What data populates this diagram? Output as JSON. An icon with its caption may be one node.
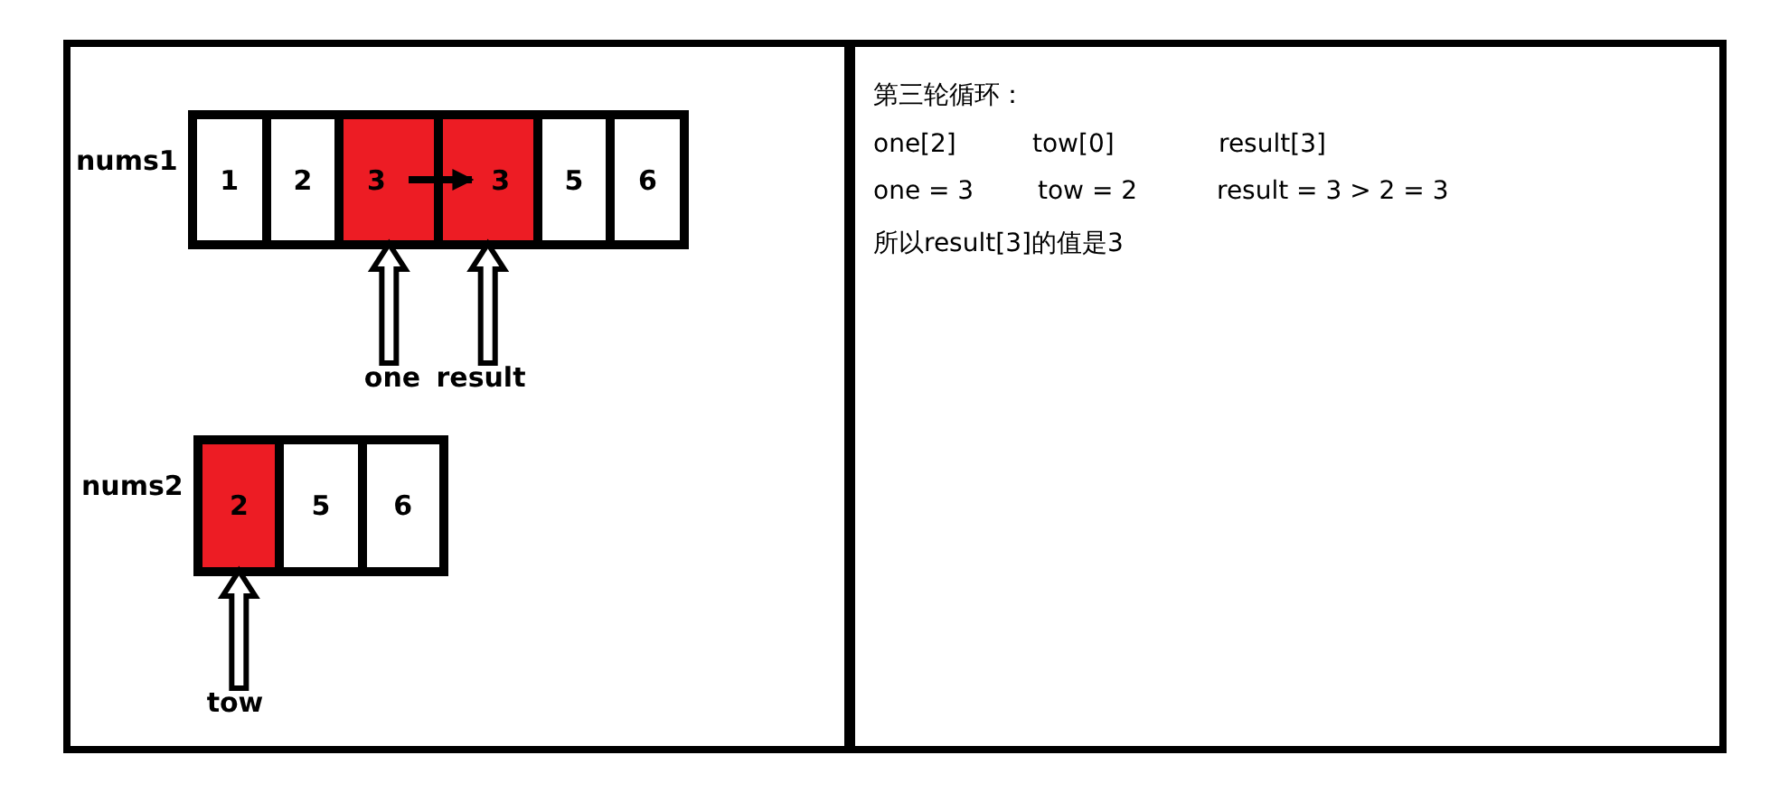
{
  "diagram": {
    "nodes": [
      {
        "text": [],
        "shape": "box"
      },
      {
        "text": [],
        "shape": "box",
        "in": 0,
        "beside": [
          "nums1"
        ]
      },
      {
        "text": [
          "1"
        ],
        "in": 1
      },
      {
        "text": [
          "2"
        ],
        "in": 1
      },
      {
        "text": [
          "3"
        ],
        "in": 1
      },
      {
        "text": [
          "3"
        ],
        "in": 1
      },
      {
        "text": [
          "5"
        ],
        "in": 1
      },
      {
        "text": [
          "6"
        ],
        "in": 1
      },
      {
        "text": [
          "one"
        ],
        "in": 0
      },
      {
        "text": [
          "result"
        ],
        "in": 0
      },
      {
        "text": [],
        "shape": "box",
        "in": 0,
        "beside": [
          "nums2"
        ]
      },
      {
        "text": [
          "2"
        ],
        "in": 10
      },
      {
        "text": [
          "5"
        ],
        "in": 10
      },
      {
        "text": [
          "6"
        ],
        "in": 10
      },
      {
        "text": [
          "tow"
        ],
        "in": 0
      },
      {
        "text": [
          "第三轮循环：",
          "one[2]",
          "tow[0]",
          "result[3]",
          "one = 3",
          "tow = 2",
          "result = 3 > 2 = 3",
          "所以result[3]的值是3"
        ]
      }
    ],
    "edges": [
      {
        "from": 8,
        "to": 4,
        "arrow": "to"
      },
      {
        "from": 9,
        "to": 5,
        "arrow": "to"
      },
      {
        "from": 14,
        "to": 11,
        "arrow": "to"
      },
      {
        "from": 4,
        "to": 5,
        "arrow": "to"
      }
    ]
  }
}
